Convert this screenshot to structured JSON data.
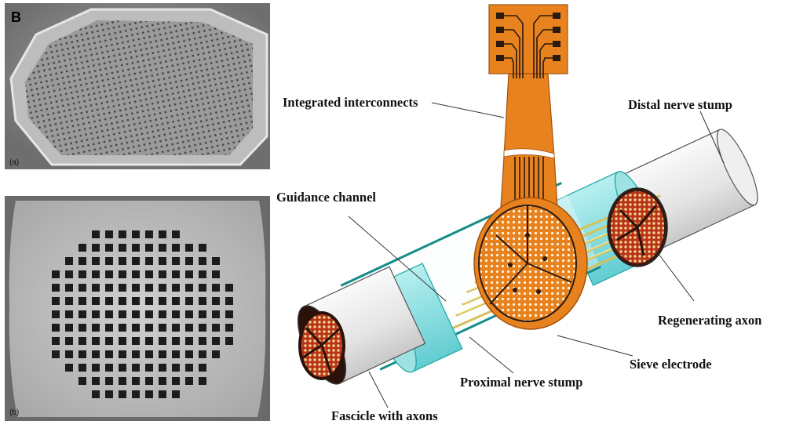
{
  "figure": {
    "panel_letter": "B",
    "left_panels": {
      "top_label": "(a)",
      "bottom_label": "(b)"
    },
    "labels": {
      "integrated_interconnects": "Integrated interconnects",
      "distal_nerve_stump": "Distal nerve stump",
      "guidance_channel": "Guidance channel",
      "regenerating_axon": "Regenerating axon",
      "sieve_electrode": "Sieve electrode",
      "proximal_nerve_stump": "Proximal nerve stump",
      "fascicle_with_axons": "Fascicle with axons"
    },
    "colors": {
      "polyimide_orange": "#e8821e",
      "trace_dark": "#2b1a10",
      "channel_cyan": "#7fd8dc",
      "channel_edge": "#1aa7a3",
      "nerve_gray": "#e6e6e6",
      "fascicle_red": "#b8321c",
      "axon_yellow": "#f3d98a",
      "sem_background": "#8e8e8e"
    }
  }
}
